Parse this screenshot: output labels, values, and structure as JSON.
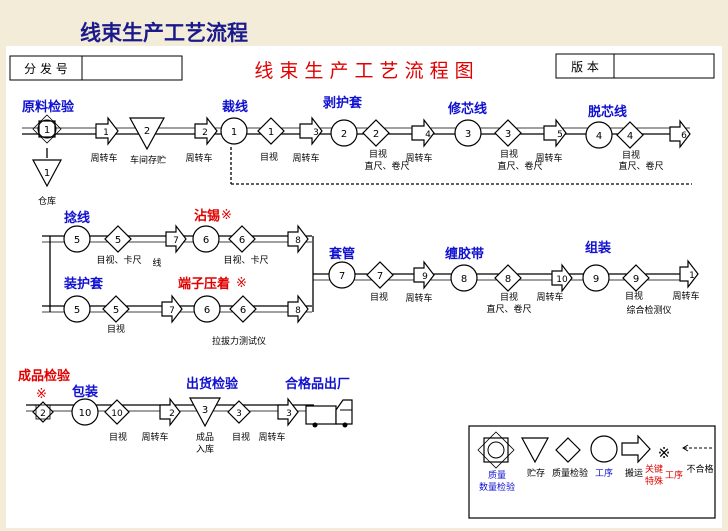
{
  "doc_title": "线束生产工艺流程",
  "header": {
    "order_label": "分 发 号",
    "main_title": "线 束 生 产 工 艺 流 程 图",
    "version_label": "版 本"
  },
  "stations": {
    "raw_inspection": "原料检验",
    "cutting": "裁线",
    "strip_jacket": "剥护套",
    "trim_core": "修芯线",
    "strip_core": "脱芯线",
    "twist": "捻线",
    "tin_dip": "沾锡",
    "sleeve": "套管",
    "tape_wrap": "缠胶带",
    "assembly": "组装",
    "install_jacket": "装护套",
    "crimp": "端子压着",
    "final_inspection": "成品检验",
    "packing": "包装",
    "ship_inspection": "出货检验",
    "shipment": "合格品出厂"
  },
  "marks": {
    "key_char": "※"
  },
  "labels": {
    "turnover_cart": "周转车",
    "workshop_storage": "车间存贮",
    "warehouse": "仓库",
    "visual": "目视",
    "visual_ruler": "目视、卡尺",
    "straight_tape": "直尺、卷尺",
    "wire": "线",
    "pull_tester": "拉拔力测试仪",
    "harness_tester": "综合检测仪",
    "finished_product": "成品",
    "into_storage": "入库"
  },
  "nums": {
    "n1": "1",
    "n2": "2",
    "n3": "3",
    "n4": "4",
    "n5": "5",
    "n6": "6",
    "n7": "7",
    "n8": "8",
    "n9": "9",
    "n10": "10"
  },
  "legend": {
    "qty_quality_1": "质量",
    "qty_quality_2": "数量检验",
    "storage": "贮存",
    "quality_check": "质量检验",
    "process": "工序",
    "transport": "搬运",
    "key_1": "关键",
    "key_2": "特殊",
    "key_3": "工序",
    "reject": "不合格"
  },
  "colors": {
    "title_blue": "#1a1a8c",
    "station_blue": "#1010d0",
    "red": "#e00000",
    "line": "#000000"
  }
}
